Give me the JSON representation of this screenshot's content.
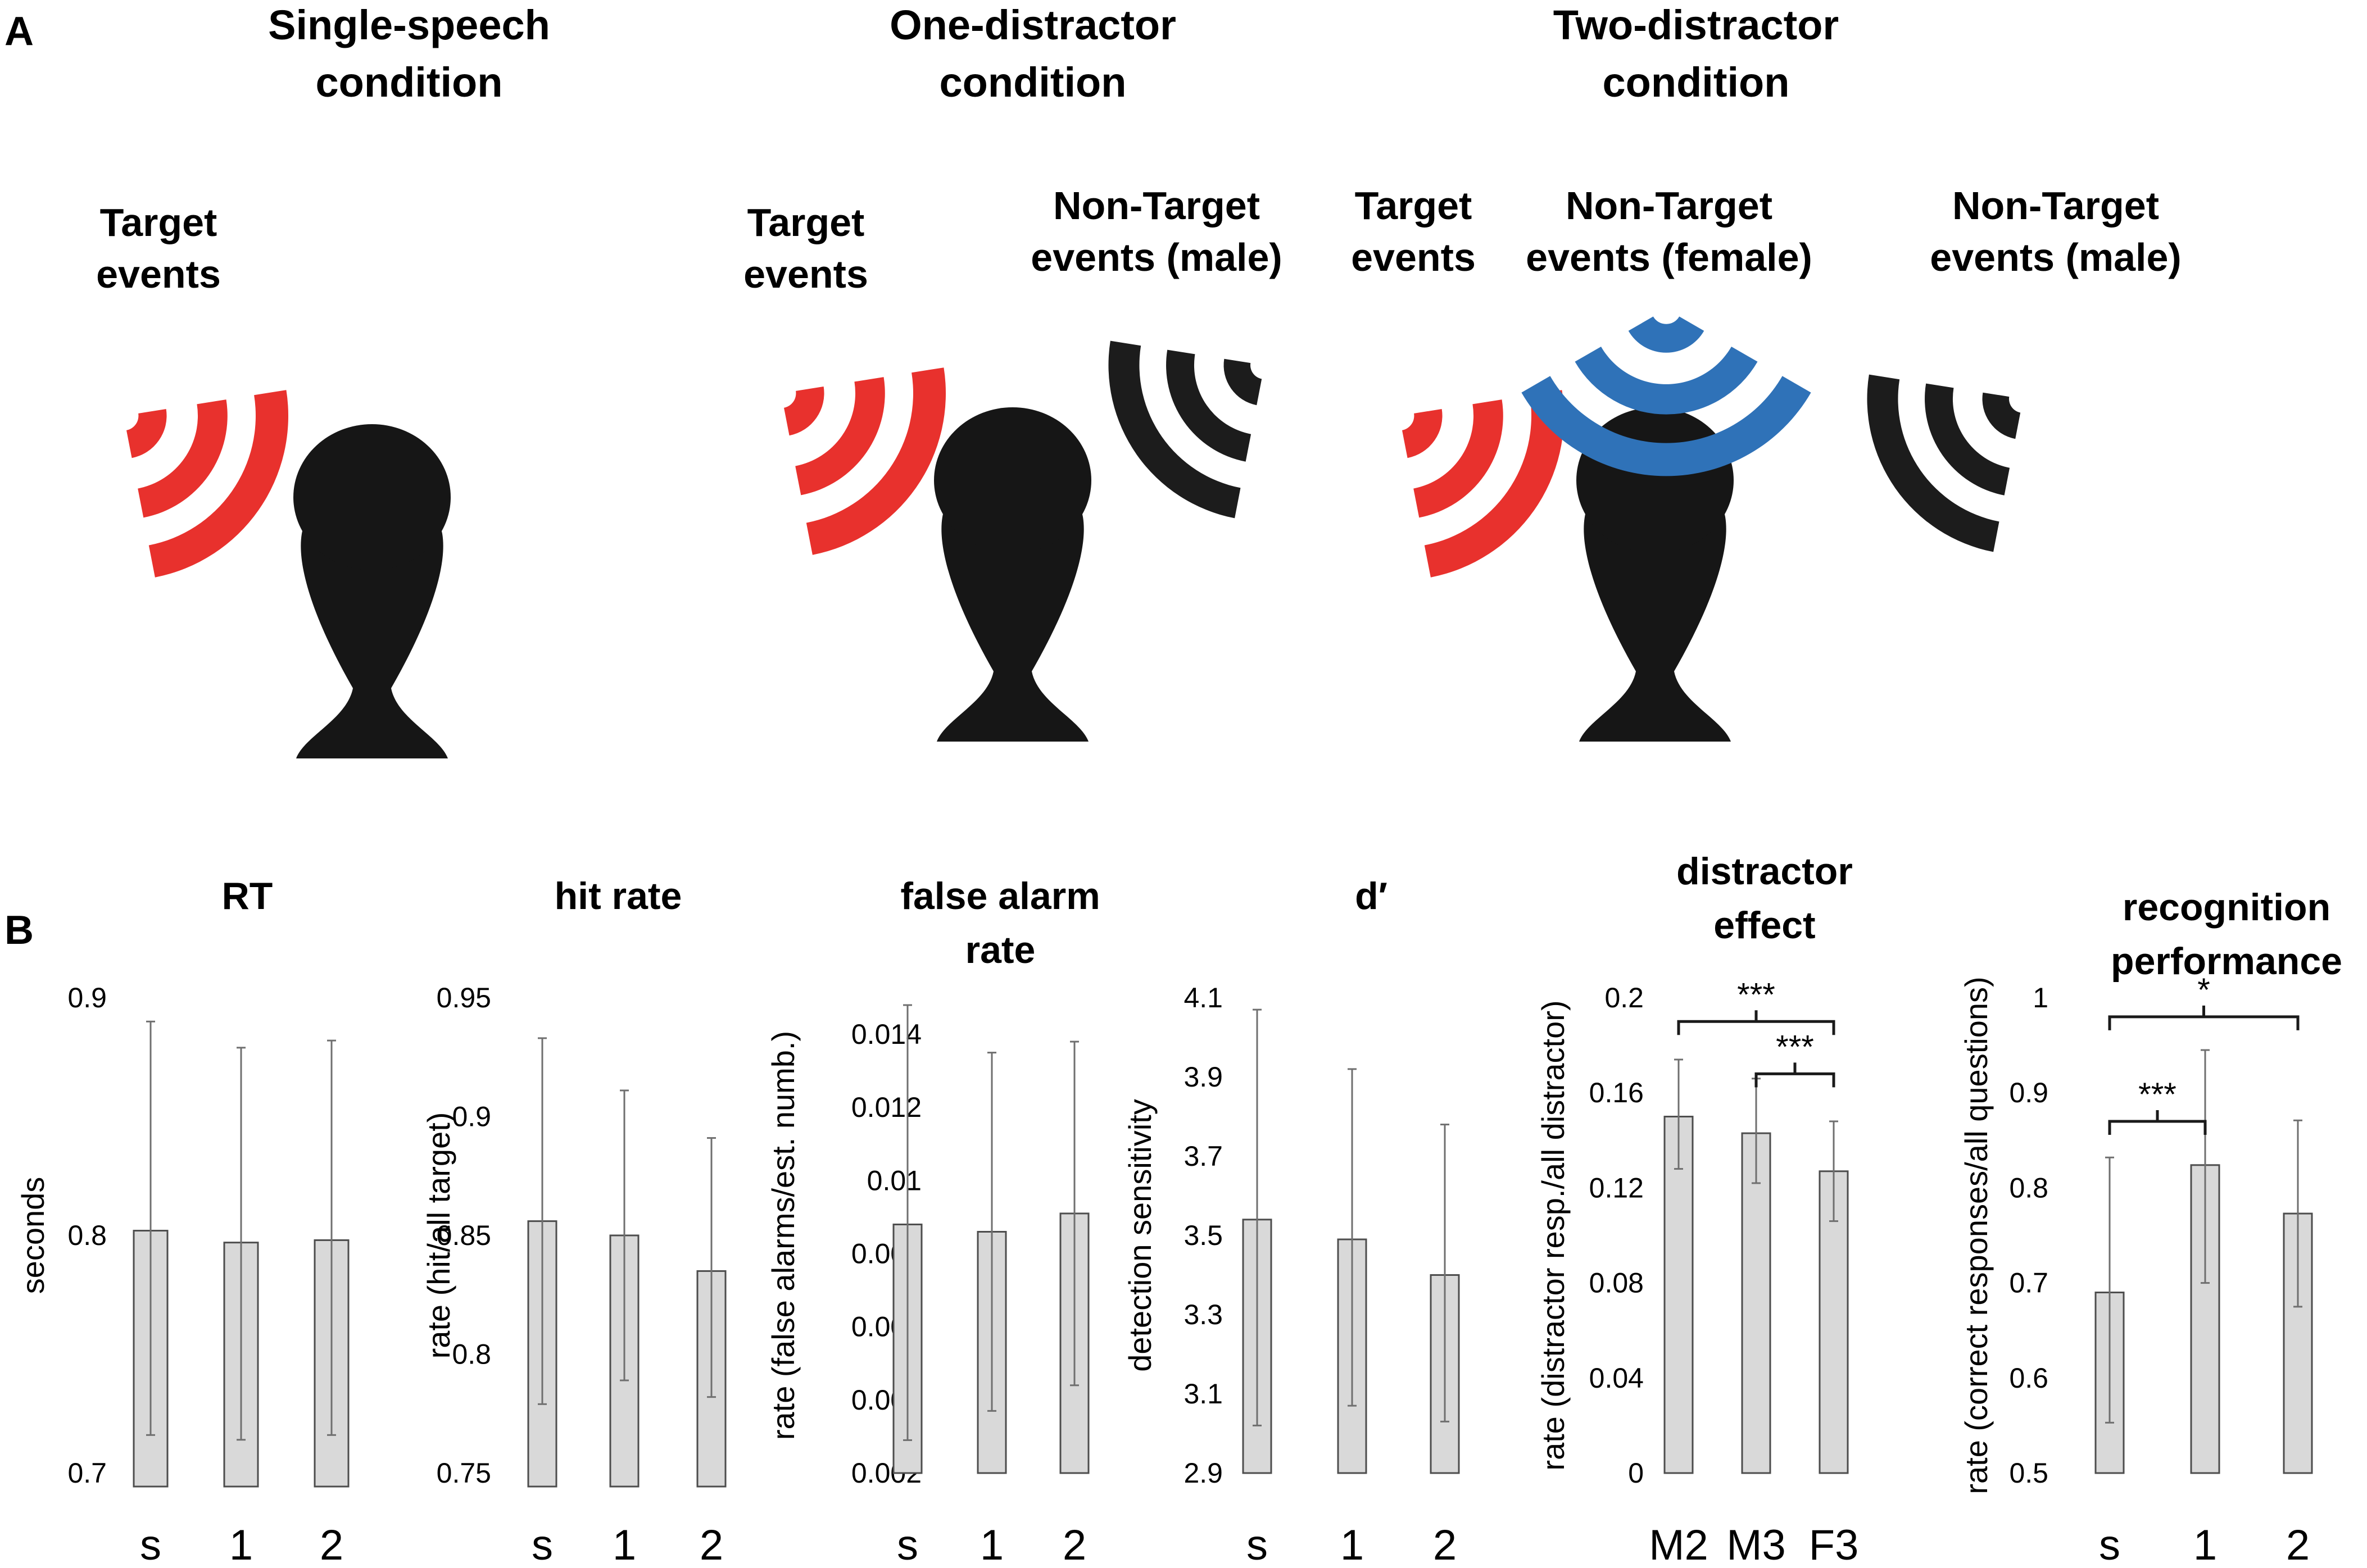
{
  "panel_a": {
    "letter": "A",
    "conditions": [
      {
        "title": [
          "Single-speech",
          "condition"
        ],
        "labels": [
          {
            "lines": [
              "Target",
              "events"
            ]
          }
        ]
      },
      {
        "title": [
          "One-distractor",
          "condition"
        ],
        "labels": [
          {
            "lines": [
              "Target",
              "events"
            ]
          },
          {
            "lines": [
              "Non-Target",
              "events (male)"
            ]
          }
        ]
      },
      {
        "title": [
          "Two-distractor",
          "condition"
        ],
        "labels": [
          {
            "lines": [
              "Target",
              "events"
            ]
          },
          {
            "lines": [
              "Non-Target",
              "events (female)"
            ]
          },
          {
            "lines": [
              "Non-Target",
              "events (male)"
            ]
          }
        ]
      }
    ],
    "colors": {
      "target": "#e8312d",
      "male": "#1c1c1c",
      "female": "#2f72b8",
      "head": "#161616"
    }
  },
  "panel_b": {
    "letter": "B"
  },
  "chart_data": [
    {
      "type": "bar",
      "title": [
        "RT"
      ],
      "ylabel": "seconds",
      "categories": [
        "s",
        "1",
        "2"
      ],
      "values": [
        0.802,
        0.797,
        0.798
      ],
      "error_low": [
        0.716,
        0.714,
        0.716
      ],
      "error_high": [
        0.89,
        0.879,
        0.882
      ],
      "ylim": [
        0.7,
        0.9
      ],
      "yticks": [
        "0.9",
        "0.8",
        "0.7"
      ],
      "significance": []
    },
    {
      "type": "bar",
      "title": [
        "hit rate"
      ],
      "ylabel": "rate (hit/all target)",
      "categories": [
        "s",
        "1",
        "2"
      ],
      "values": [
        0.856,
        0.85,
        0.835
      ],
      "error_low": [
        0.779,
        0.789,
        0.782
      ],
      "error_high": [
        0.933,
        0.911,
        0.891
      ],
      "ylim": [
        0.75,
        0.95
      ],
      "yticks": [
        "0.95",
        "0.9",
        "0.85",
        "0.8",
        "0.75"
      ],
      "significance": []
    },
    {
      "type": "bar",
      "title": [
        "false alarm",
        "rate"
      ],
      "ylabel": "rate (false alarms/est. numb.)",
      "categories": [
        "s",
        "1",
        "2"
      ],
      "values": [
        0.0088,
        0.0086,
        0.0091
      ],
      "error_low": [
        0.0029,
        0.0037,
        0.0044
      ],
      "error_high": [
        0.0148,
        0.0135,
        0.0138
      ],
      "ylim": [
        0.002,
        0.015
      ],
      "yticks": [
        "0.014",
        "0.012",
        "0.01",
        "0.008",
        "0.006",
        "0.004",
        "0.002"
      ],
      "significance": []
    },
    {
      "type": "bar",
      "title": [
        "d′"
      ],
      "ylabel": "detection sensitivity",
      "categories": [
        "s",
        "1",
        "2"
      ],
      "values": [
        3.54,
        3.49,
        3.4
      ],
      "error_low": [
        3.02,
        3.07,
        3.03
      ],
      "error_high": [
        4.07,
        3.92,
        3.78
      ],
      "ylim": [
        2.9,
        4.1
      ],
      "yticks": [
        "4.1",
        "3.9",
        "3.7",
        "3.5",
        "3.3",
        "3.1",
        "2.9"
      ],
      "significance": []
    },
    {
      "type": "bar",
      "title": [
        "distractor",
        "effect"
      ],
      "ylabel": "rate (distractor resp./all distractor)",
      "categories": [
        "M2",
        "M3",
        "F3"
      ],
      "values": [
        0.15,
        0.143,
        0.127
      ],
      "error_low": [
        0.128,
        0.122,
        0.106
      ],
      "error_high": [
        0.174,
        0.166,
        0.148
      ],
      "ylim": [
        0,
        0.2
      ],
      "yticks": [
        "0.2",
        "0.16",
        "0.12",
        "0.08",
        "0.04",
        "0"
      ],
      "significance": [
        {
          "from": 0,
          "to": 2,
          "label": "***",
          "level": 0.19
        },
        {
          "from": 1,
          "to": 2,
          "label": "***",
          "level": 0.168
        }
      ]
    },
    {
      "type": "bar",
      "title": [
        "recognition",
        "performance"
      ],
      "ylabel": "rate (correct responses/all questions)",
      "categories": [
        "s",
        "1",
        "2"
      ],
      "values": [
        0.69,
        0.824,
        0.773
      ],
      "error_low": [
        0.553,
        0.7,
        0.675
      ],
      "error_high": [
        0.832,
        0.945,
        0.871
      ],
      "ylim": [
        0.5,
        1.0
      ],
      "yticks": [
        "1",
        "0.9",
        "0.8",
        "0.7",
        "0.6",
        "0.5"
      ],
      "significance": [
        {
          "from": 0,
          "to": 2,
          "label": "*",
          "level": 0.98
        },
        {
          "from": 0,
          "to": 1,
          "label": "***",
          "level": 0.87
        }
      ]
    }
  ]
}
